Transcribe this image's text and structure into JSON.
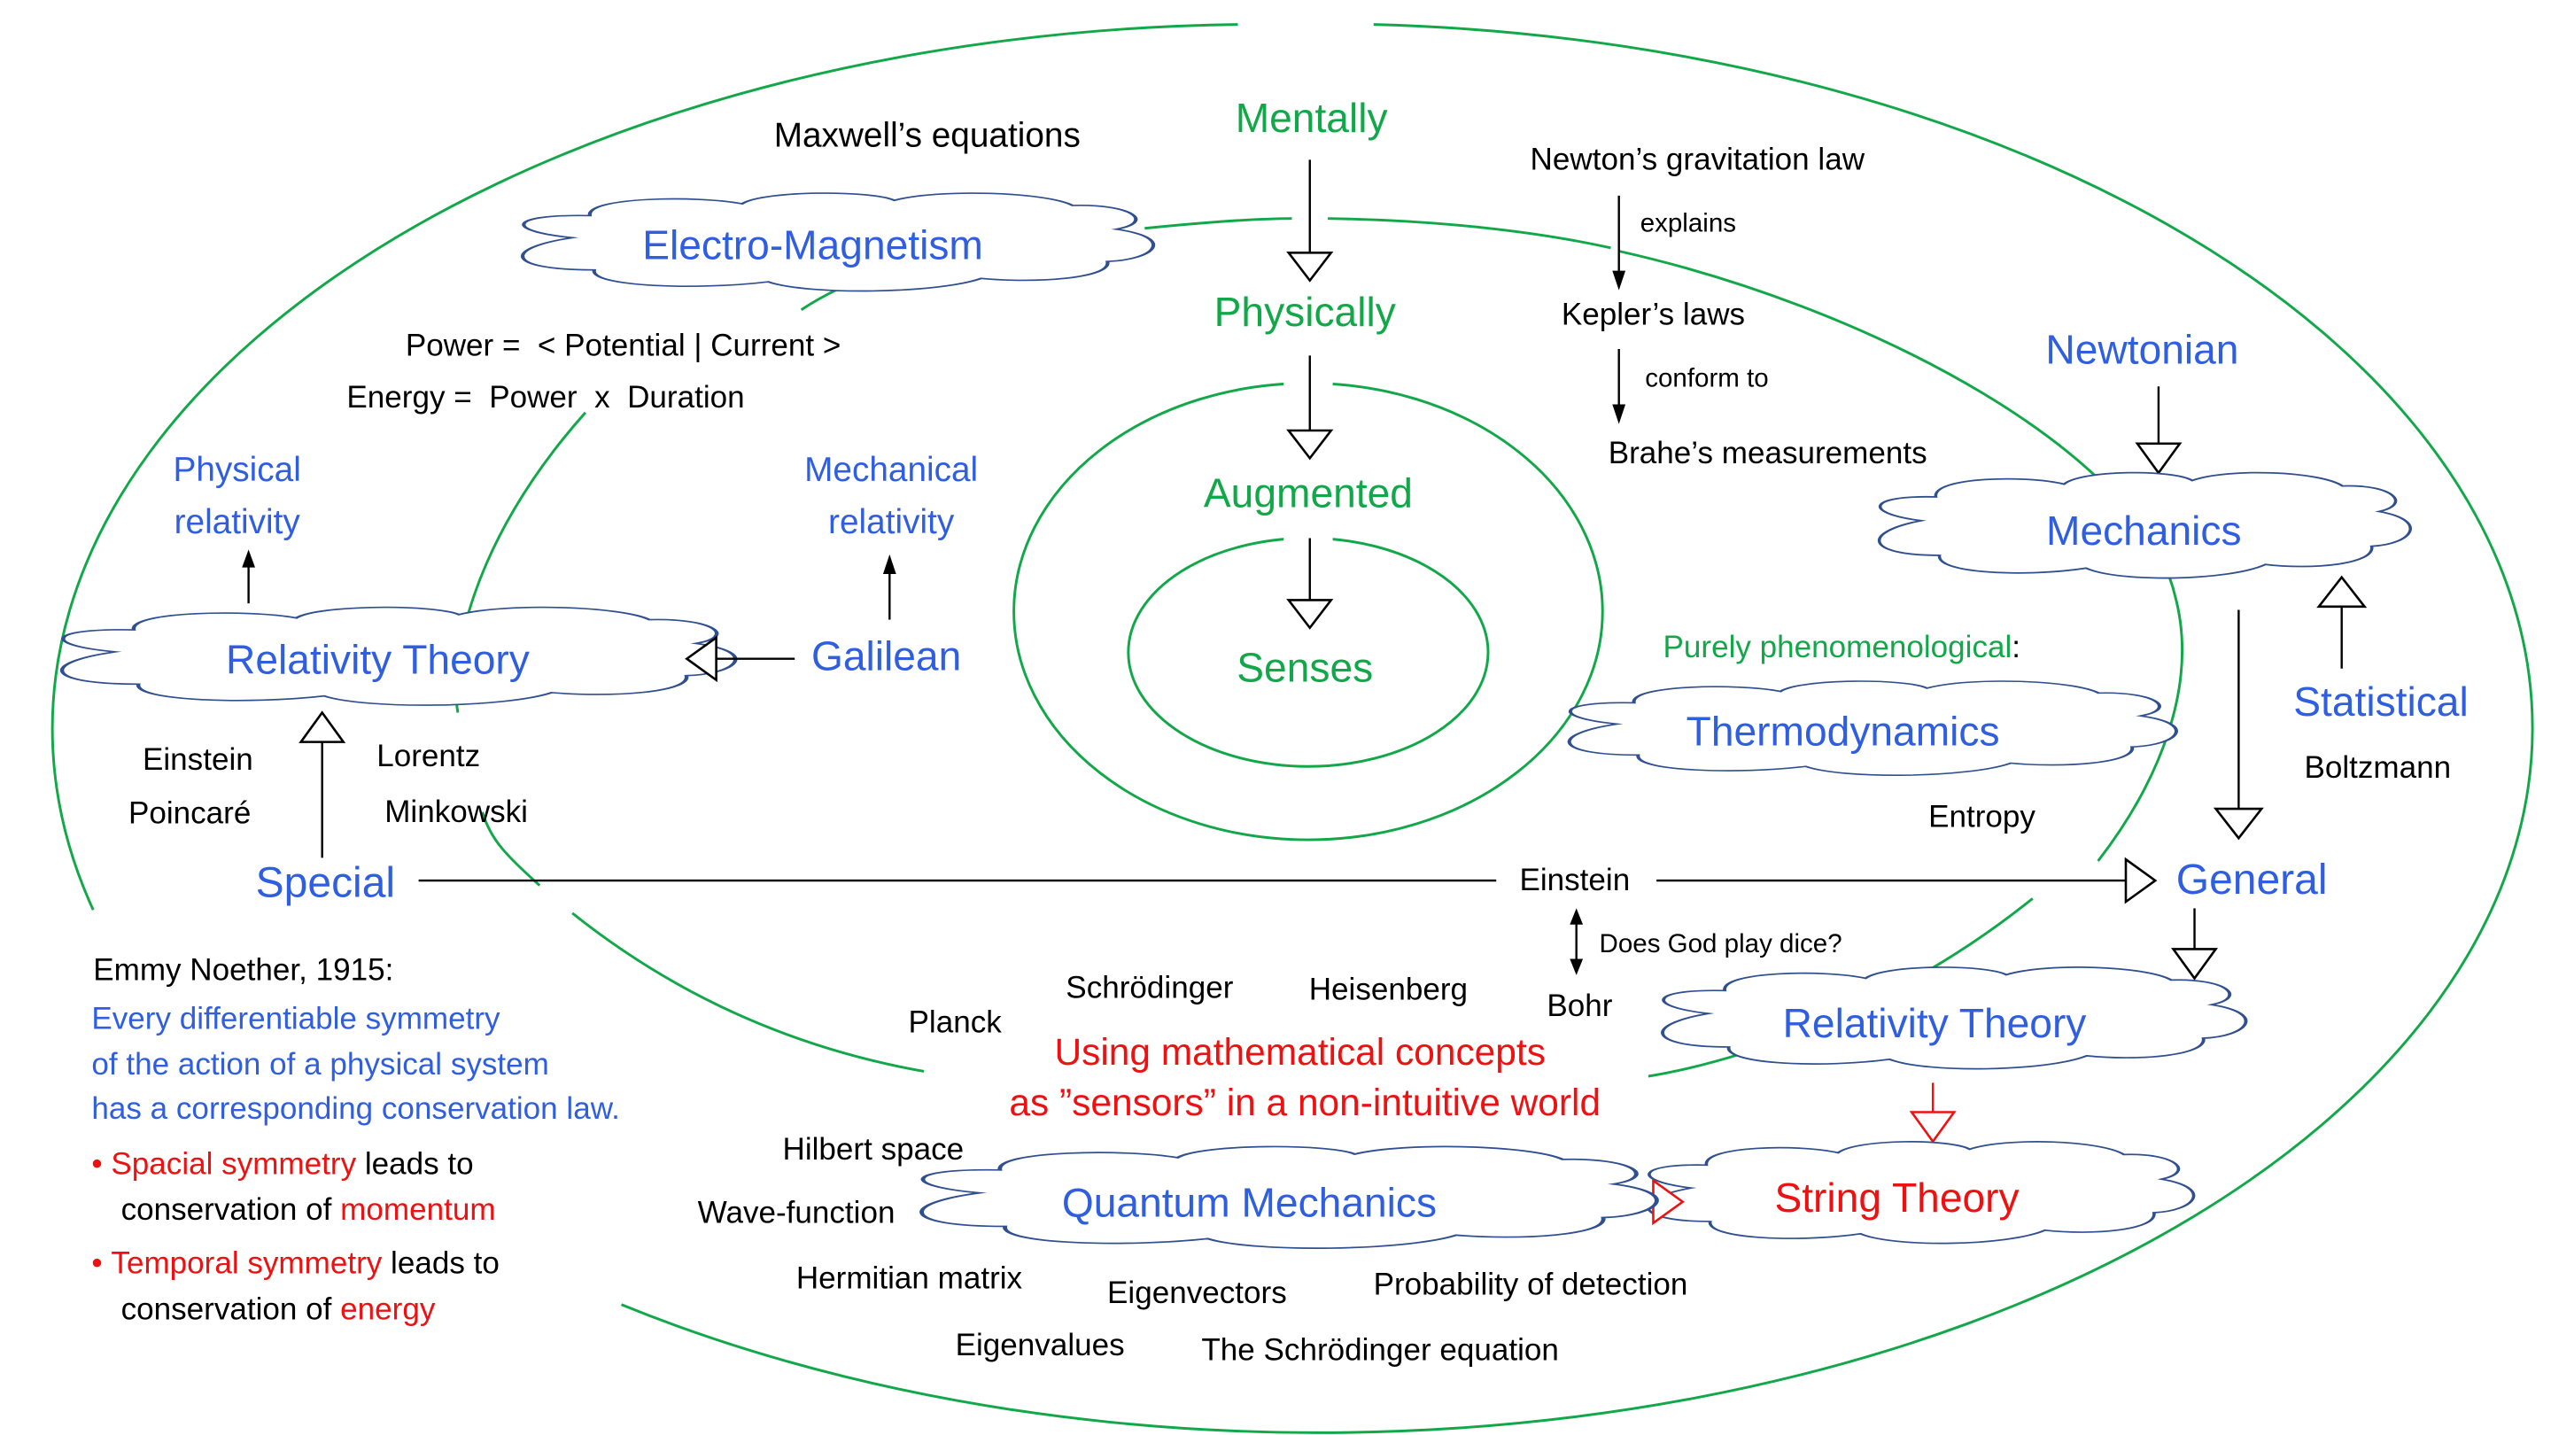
{
  "colors": {
    "ring_green": "#12a84a",
    "concept_blue": "#2f5ee0",
    "highlight_red": "#ee1111",
    "cloud_outline": "#2f4f8f",
    "text_black": "#000000"
  },
  "levels": {
    "mentally": "Mentally",
    "physically": "Physically",
    "augmented": "Augmented",
    "senses": "Senses"
  },
  "electromagnetism": {
    "cloud": "Electro-Magnetism",
    "maxwell": "Maxwell’s equations",
    "power_eq": "Power =  < Potential | Current >",
    "energy_eq": "Energy =  Power  x  Duration"
  },
  "kepler": {
    "newton": "Newton’s gravitation law",
    "explains": "explains",
    "kepler": "Kepler’s laws",
    "conform": "conform to",
    "brahe": "Brahe’s measurements"
  },
  "mechanics": {
    "newtonian": "Newtonian",
    "cloud": "Mechanics",
    "statistical": "Statistical",
    "boltzmann": "Boltzmann"
  },
  "thermo": {
    "phenomenological": "Purely phenomenological",
    "colon": ":",
    "cloud": "Thermodynamics",
    "entropy": "Entropy"
  },
  "relativity_left": {
    "physical_line1": "Physical",
    "physical_line2": "relativity",
    "mechanical_line1": "Mechanical",
    "mechanical_line2": "relativity",
    "cloud": "Relativity Theory",
    "galilean": "Galilean",
    "special": "Special",
    "einstein": "Einstein",
    "poincare": "Poincaré",
    "lorentz": "Lorentz",
    "minkowski": "Minkowski"
  },
  "einstein_link": {
    "einstein": "Einstein",
    "general": "General",
    "dice": "Does God play dice?",
    "bohr": "Bohr"
  },
  "relativity_right": {
    "cloud": "Relativity Theory",
    "string_cloud": "String Theory"
  },
  "quantum": {
    "planck": "Planck",
    "schrodinger": "Schrödinger",
    "heisenberg": "Heisenberg",
    "sensors_line1": "Using mathematical concepts",
    "sensors_line2": "as ”sensors” in a non-intuitive world",
    "cloud": "Quantum Mechanics",
    "hilbert": "Hilbert space",
    "wave": "Wave-function",
    "hermitian": "Hermitian matrix",
    "eigenvectors": "Eigenvectors",
    "probability": "Probability of detection",
    "eigenvalues": "Eigenvalues",
    "schrodinger_eq": "The Schrödinger equation"
  },
  "noether": {
    "title": "Emmy Noether, 1915:",
    "line1": "Every differentiable symmetry",
    "line2": "of the action of a physical system",
    "line3": "has a corresponding conservation law.",
    "bullet": "•",
    "b1_red": "Spacial symmetry",
    "b1_black": " leads to",
    "b1_line2_black": "conservation of ",
    "b1_line2_red": "momentum",
    "b2_red": "Temporal symmetry",
    "b2_black": " leads to",
    "b2_line2_black": "conservation of ",
    "b2_line2_red": "energy"
  }
}
